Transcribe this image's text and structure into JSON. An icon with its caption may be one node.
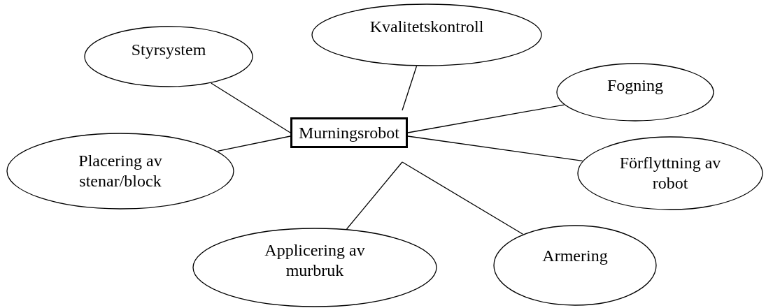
{
  "diagram": {
    "nodes": [
      {
        "text": [
          "Murningsrobot"
        ]
      },
      {
        "text": [
          "Styrsystem"
        ]
      },
      {
        "text": [
          "Kvalitetskontroll"
        ]
      },
      {
        "text": [
          "Fogning"
        ]
      },
      {
        "text": [
          "Placering av stenar/block"
        ]
      },
      {
        "text": [
          "Förflyttning av robot"
        ]
      },
      {
        "text": [
          "Applicering av murbruk"
        ]
      },
      {
        "text": [
          "Armering"
        ]
      }
    ],
    "edges": [
      {
        "from": 0,
        "to": 1,
        "arrow": "none"
      },
      {
        "from": 0,
        "to": 2,
        "arrow": "none"
      },
      {
        "from": 0,
        "to": 3,
        "arrow": "none"
      },
      {
        "from": 0,
        "to": 4,
        "arrow": "none"
      },
      {
        "from": 0,
        "to": 5,
        "arrow": "none"
      },
      {
        "from": 0,
        "to": 6,
        "arrow": "none"
      },
      {
        "from": 0,
        "to": 7,
        "arrow": "none"
      }
    ]
  }
}
